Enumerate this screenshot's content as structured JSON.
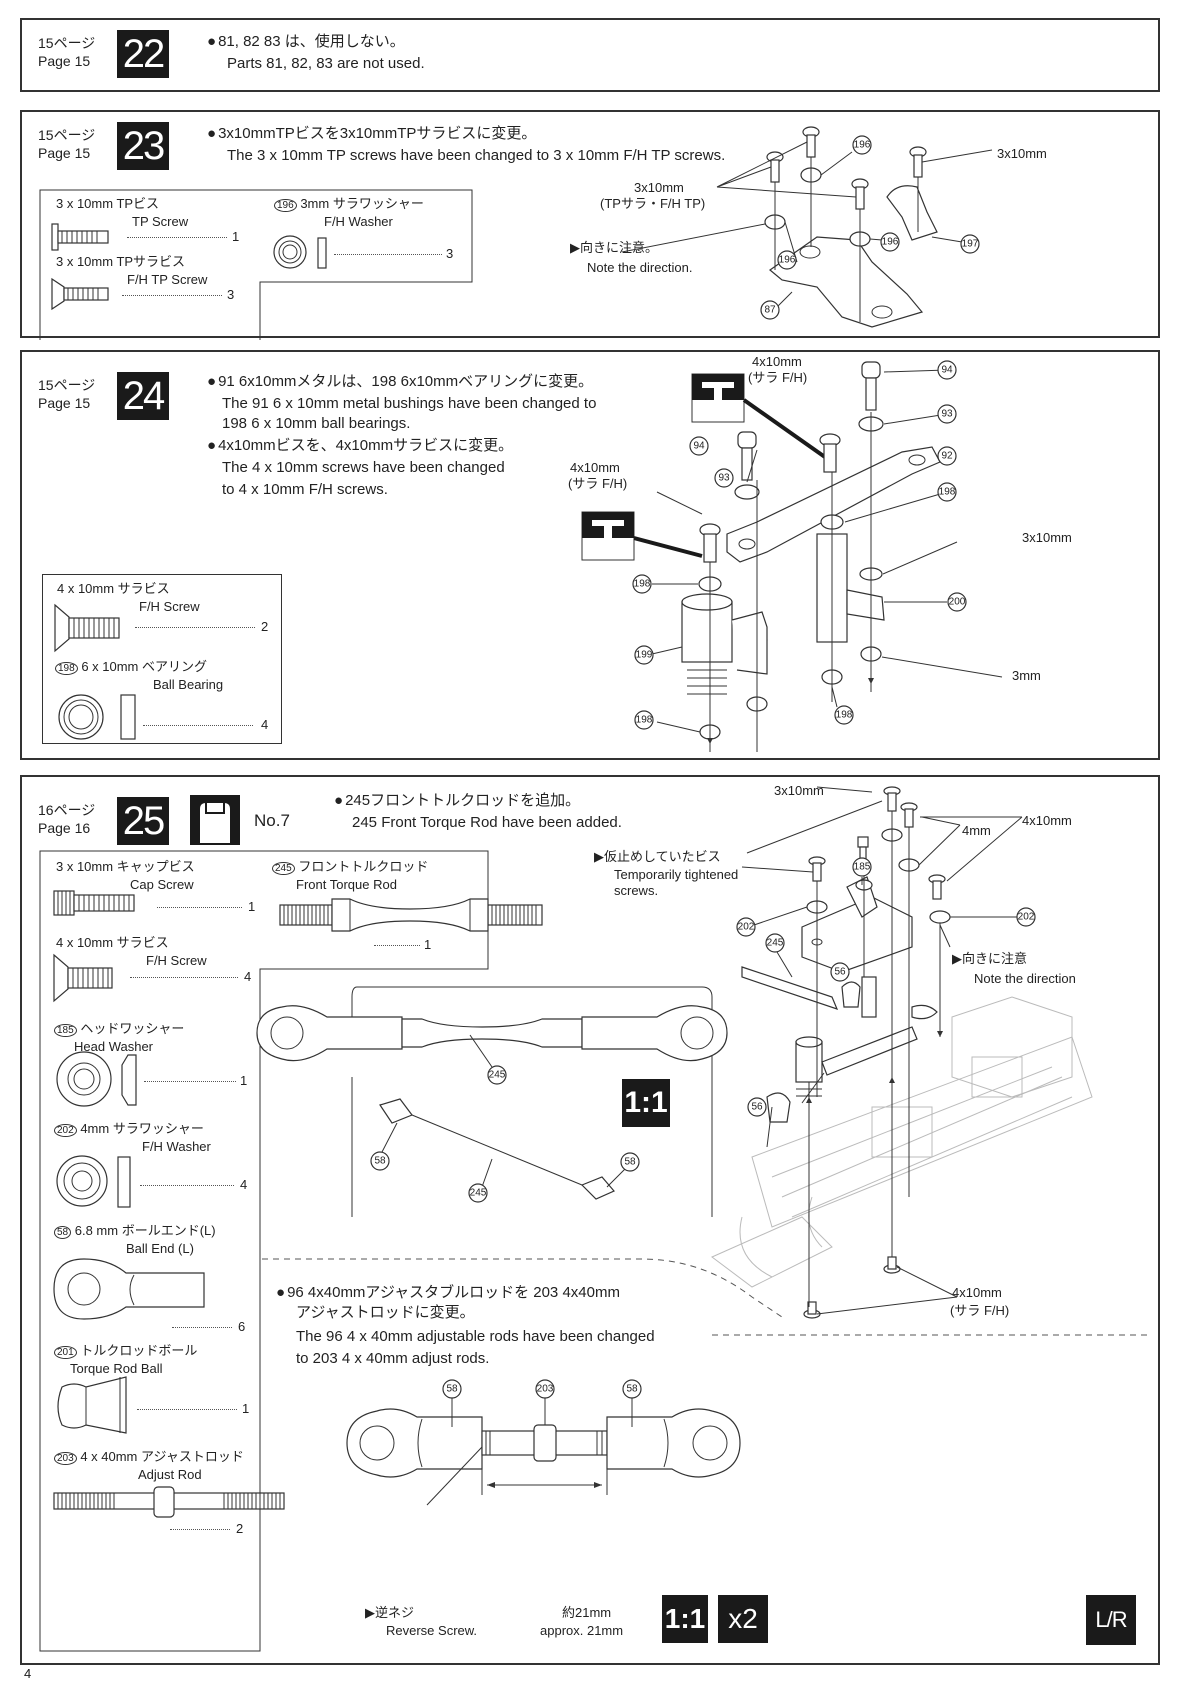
{
  "steps": [
    {
      "id": "22",
      "page_ja": "15ページ",
      "page_en": "Page 15",
      "notes": [
        {
          "ja": "81, 82 83 は、使用しない。",
          "en": "Parts 81, 82, 83 are not used."
        }
      ]
    },
    {
      "id": "23",
      "page_ja": "15ページ",
      "page_en": "Page 15",
      "notes": [
        {
          "ja": "3x10mmTPビスを3x10mmTPサラビスに変更。",
          "en": "The 3 x 10mm TP screws have been changed to 3 x 10mm F/H TP screws."
        }
      ],
      "parts": [
        {
          "ja": "3 x 10mm TPビス",
          "en": "TP Screw",
          "qty": "1"
        },
        {
          "ja": "3 x 10mm TPサラビス",
          "en": "F/H TP Screw",
          "qty": "3"
        },
        {
          "num": "196",
          "ja": "3mm サラワッシャー",
          "en": "F/H Washer",
          "qty": "3"
        }
      ],
      "callouts": {
        "screw_label": "3x10mm",
        "screw_sub": "(TPサラ・F/H TP)",
        "right_screw": "3x10mm",
        "direction_ja": "向きに注意。",
        "direction_en": "Note the direction.",
        "nums": [
          "196",
          "196",
          "196",
          "197",
          "87"
        ]
      }
    },
    {
      "id": "24",
      "page_ja": "15ページ",
      "page_en": "Page 15",
      "notes": [
        {
          "ja": "91 6x10mmメタルは、198 6x10mmベアリングに変更。",
          "en1": "The 91 6 x 10mm metal bushings have been changed to",
          "en2": "198 6 x 10mm ball bearings."
        },
        {
          "ja": "4x10mmビスを、4x10mmサラビスに変更。",
          "en1": "The 4 x 10mm screws have been changed",
          "en2": "to 4 x 10mm F/H screws."
        }
      ],
      "parts": [
        {
          "ja": "4 x 10mm サラビス",
          "en": "F/H Screw",
          "qty": "2"
        },
        {
          "num": "198",
          "ja": "6 x 10mm ベアリング",
          "en": "Ball Bearing",
          "qty": "4"
        }
      ],
      "callouts": {
        "screw_a": "4x10mm",
        "screw_a_sub": "(サラ F/H)",
        "screw_b": "4x10mm",
        "screw_b_sub": "(サラ F/H)",
        "label_3x10": "3x10mm",
        "label_3mm": "3mm",
        "nums": [
          "94",
          "93",
          "92",
          "198",
          "94",
          "93",
          "198",
          "199",
          "198",
          "200",
          "198"
        ]
      }
    },
    {
      "id": "25",
      "page_ja": "16ページ",
      "page_en": "Page 16",
      "bag": "No.7",
      "notes": [
        {
          "ja": "245フロントトルクロッドを追加。",
          "en": "245 Front Torque Rod have been added."
        },
        {
          "ja": "96 4x40mmアジャスタブルロッドを 203 4x40mm",
          "ja2": "アジャストロッドに変更。",
          "en1": "The 96 4 x 40mm adjustable rods have been changed",
          "en2": "to 203 4 x 40mm adjust rods."
        }
      ],
      "parts": [
        {
          "ja": "3 x 10mm キャップビス",
          "en": "Cap Screw",
          "qty": "1"
        },
        {
          "ja": "4 x 10mm サラビス",
          "en": "F/H Screw",
          "qty": "4"
        },
        {
          "num": "185",
          "ja": "ヘッドワッシャー",
          "en": "Head Washer",
          "qty": "1"
        },
        {
          "num": "202",
          "ja": "4mm サラワッシャー",
          "en": "F/H Washer",
          "qty": "4"
        },
        {
          "num": "58",
          "ja": "6.8 mm ボールエンド(L)",
          "en": "Ball End (L)",
          "qty": "6"
        },
        {
          "num": "201",
          "ja": "トルクロッドボール",
          "en": "Torque Rod Ball",
          "qty": "1"
        },
        {
          "num": "203",
          "ja": "4 x 40mm アジャストロッド",
          "en": "Adjust Rod",
          "qty": "2"
        },
        {
          "num": "245",
          "ja": "フロントトルクロッド",
          "en": "Front Torque Rod",
          "qty": "1"
        }
      ],
      "callouts": {
        "temp_ja": "仮止めしていたビス",
        "temp_en1": "Temporarily tightened",
        "temp_en2": "screws.",
        "label_3x10": "3x10mm",
        "label_4mm": "4mm",
        "label_4x10": "4x10mm",
        "direction_ja": "向きに注意",
        "direction_en": "Note the direction",
        "bottom_screw": "4x10mm",
        "bottom_screw_sub": "(サラ F/H)",
        "scale": "1:1",
        "multiplier": "x2",
        "reverse_ja": "逆ネジ",
        "reverse_en": "Reverse Screw.",
        "length_ja": "約21mm",
        "length_en": "approx. 21mm",
        "lr": "L/R",
        "nums": [
          "185",
          "202",
          "202",
          "245",
          "56",
          "56",
          "245",
          "58",
          "245",
          "58",
          "58",
          "203",
          "58"
        ]
      }
    }
  ],
  "page_number": "4"
}
